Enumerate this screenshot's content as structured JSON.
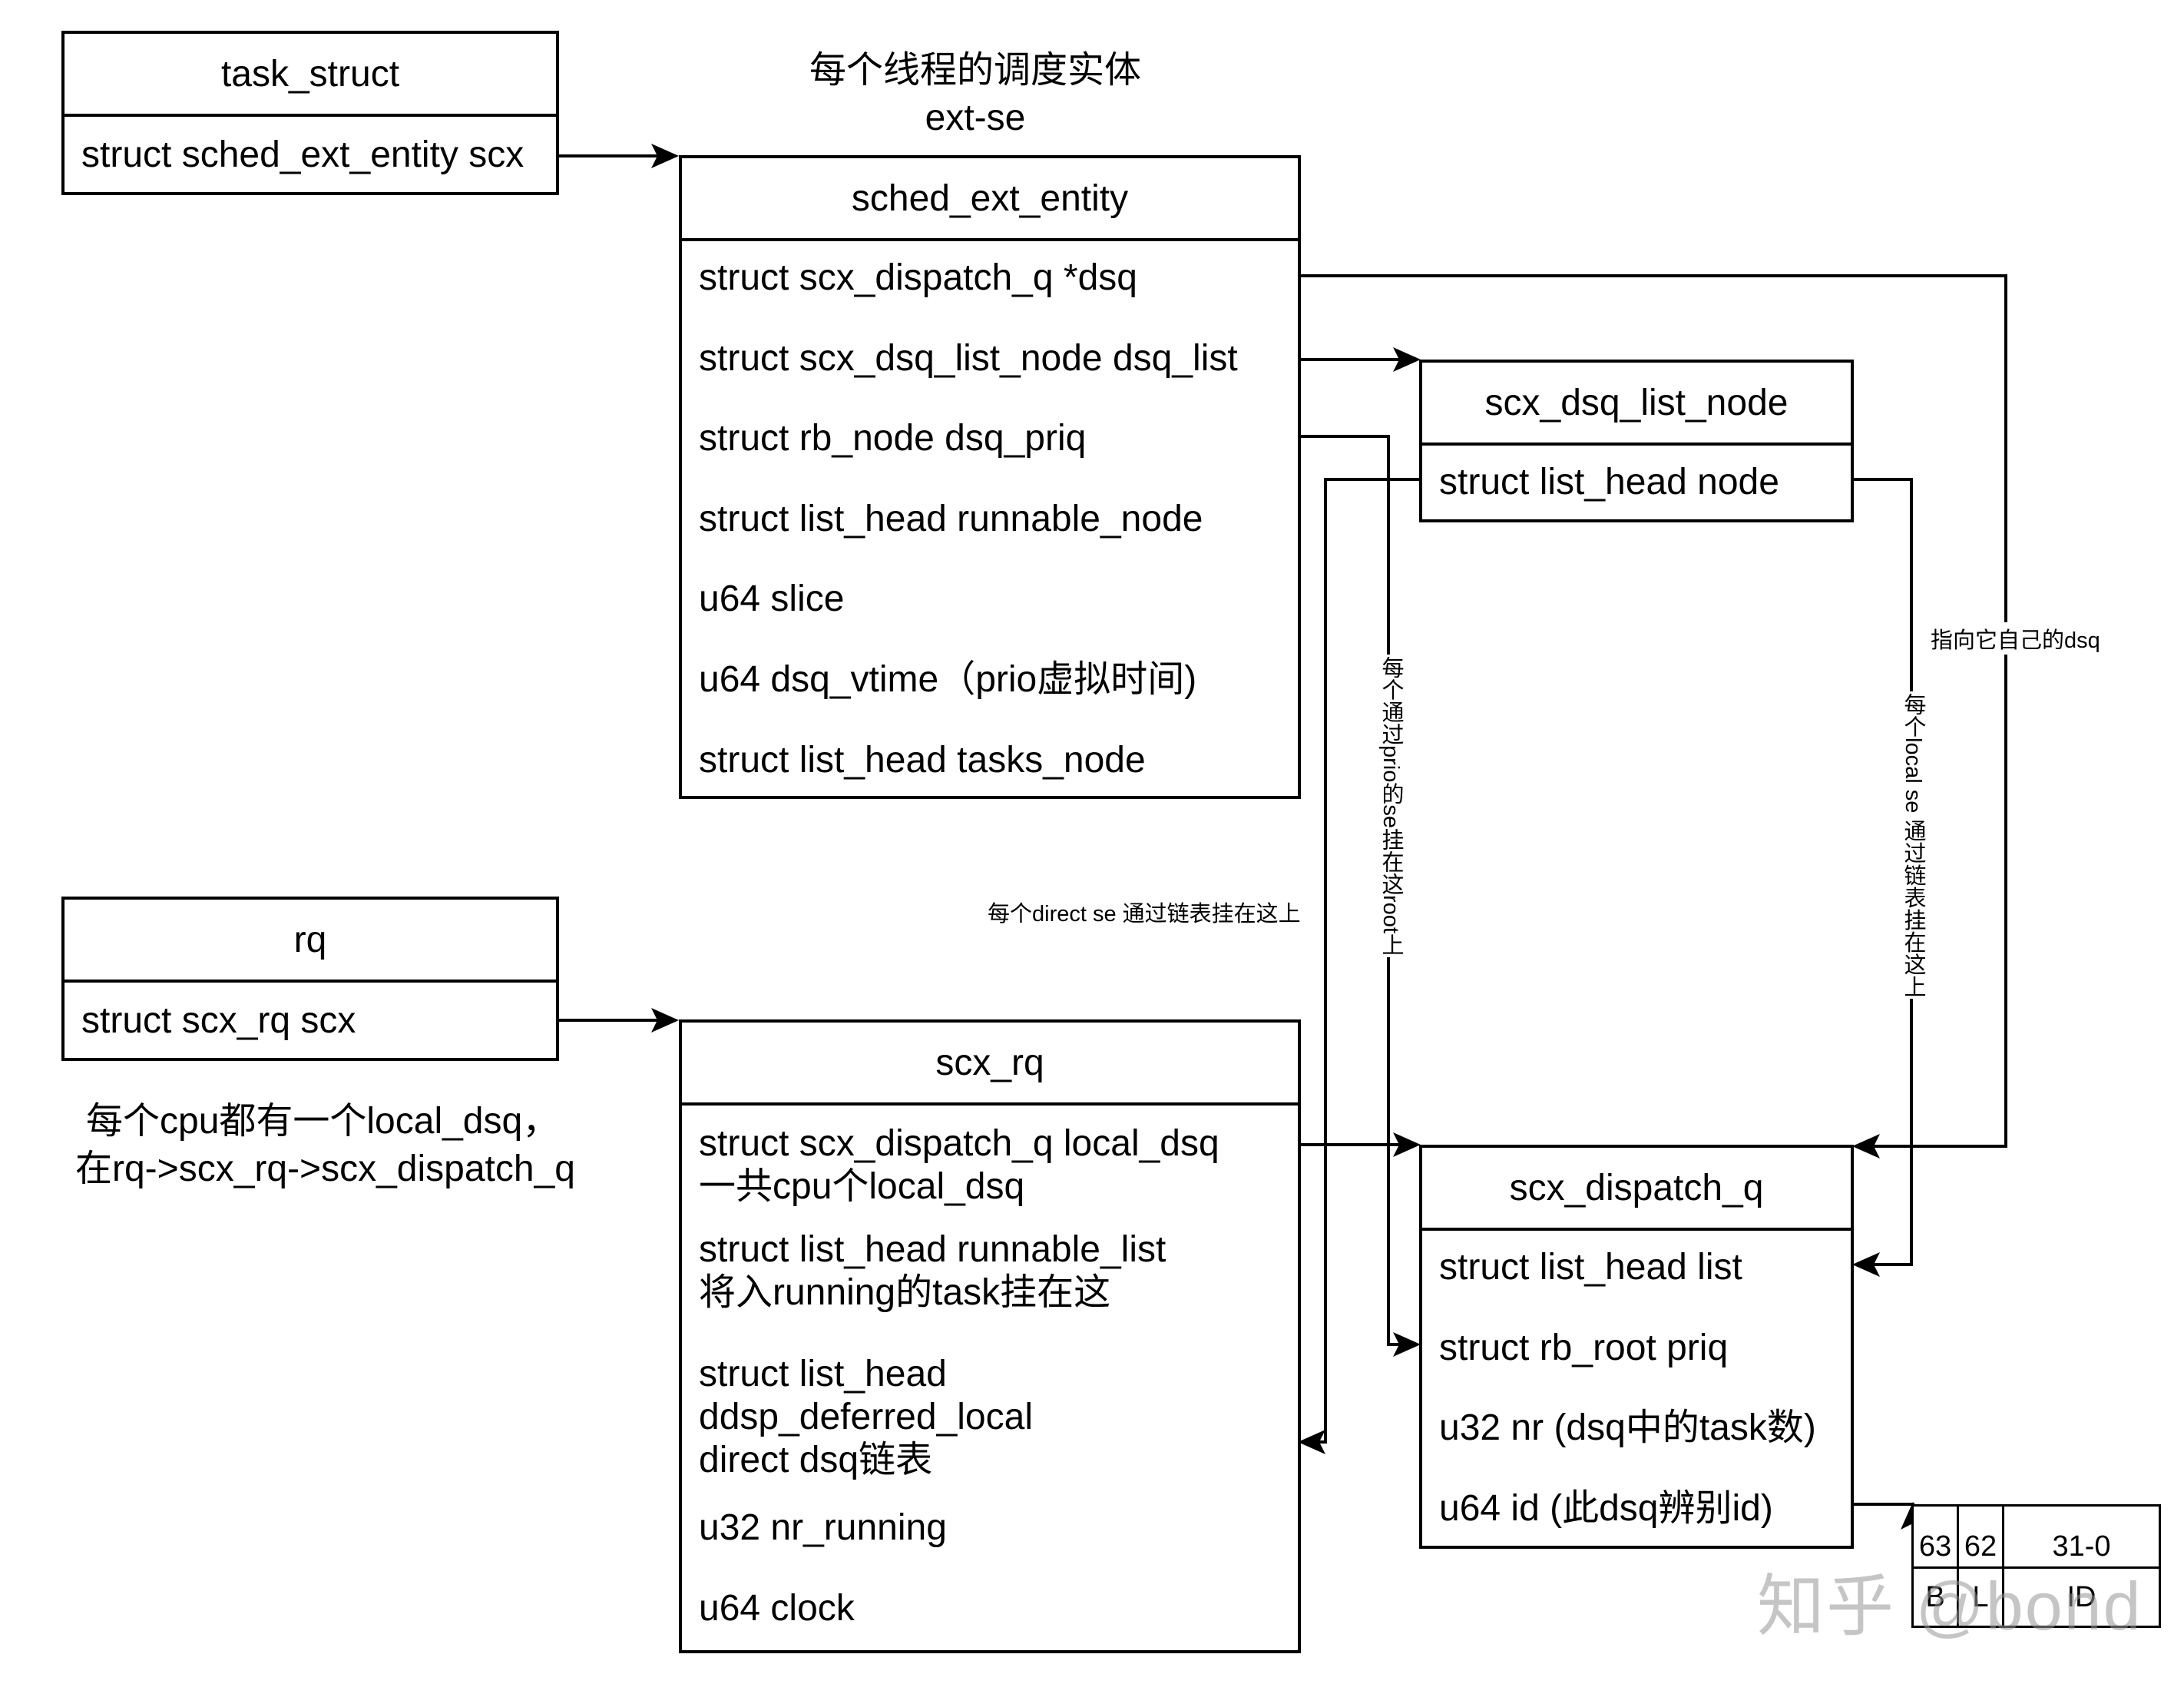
{
  "header": {
    "line1": "每个线程的调度实体",
    "line2": "ext-se"
  },
  "task_struct": {
    "title": "task_struct",
    "fields": [
      "struct sched_ext_entity scx"
    ]
  },
  "sched_ext_entity": {
    "title": "sched_ext_entity",
    "fields": [
      "struct scx_dispatch_q *dsq",
      "struct scx_dsq_list_node dsq_list",
      "struct rb_node dsq_priq",
      "struct list_head runnable_node",
      "u64 slice",
      "u64 dsq_vtime（prio虚拟时间)",
      "struct list_head tasks_node"
    ]
  },
  "scx_dsq_list_node": {
    "title": "scx_dsq_list_node",
    "fields": [
      "struct list_head node"
    ]
  },
  "rq": {
    "title": "rq",
    "fields": [
      "struct scx_rq scx"
    ]
  },
  "rq_note": {
    "line1": "每个cpu都有一个local_dsq，",
    "line2": "在rq->scx_rq->scx_dispatch_q"
  },
  "scx_rq": {
    "title": "scx_rq",
    "fields": [
      "struct scx_dispatch_q local_dsq\n一共cpu个local_dsq",
      "struct list_head runnable_list\n将入running的task挂在这",
      "struct list_head\nddsp_deferred_local\ndirect dsq链表",
      "u32 nr_running",
      "u64 clock"
    ]
  },
  "scx_dispatch_q": {
    "title": "scx_dispatch_q",
    "fields": [
      "struct list_head list",
      "struct rb_root priq",
      "u32 nr (dsq中的task数)",
      "u64 id (此dsq辨别id)"
    ]
  },
  "edge_labels": {
    "points_to_own_dsq": "指向它自己的dsq",
    "local_se_list": "每个local se 通过链表挂在这上",
    "prio_se_root": "每个通过prio的se挂在这root上",
    "direct_se_list": "每个direct se 通过链表挂在这上"
  },
  "id_bits": {
    "headers": [
      "63",
      "62",
      "31-0"
    ],
    "values": [
      "B",
      "L",
      "ID"
    ]
  },
  "watermark": {
    "text": "知乎 @bond"
  }
}
